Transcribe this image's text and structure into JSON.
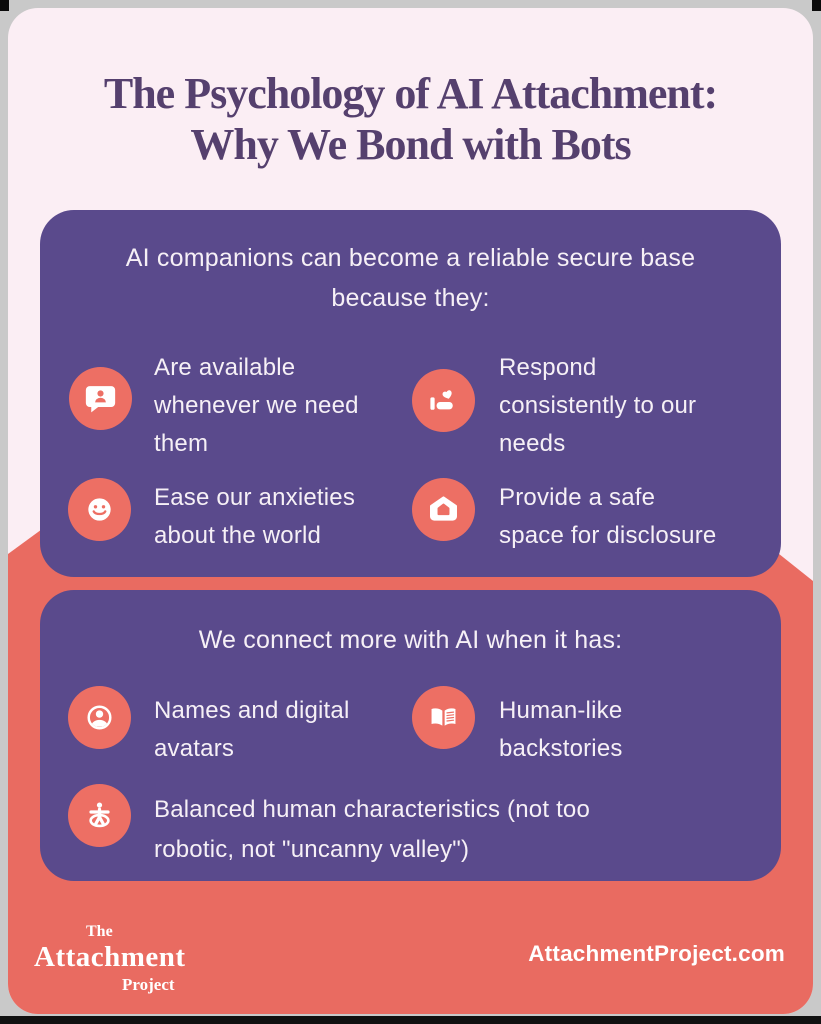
{
  "title": {
    "lines": [
      "The Psychology of AI Attachment:",
      "Why We Bond with Bots"
    ]
  },
  "card1": {
    "header_lines": [
      "AI companions can become a reliable secure base",
      "because they:"
    ],
    "items": [
      {
        "icon": "chat-bubble-person-icon",
        "lines": [
          "Are available",
          "whenever we need",
          "them"
        ]
      },
      {
        "icon": "hand-holding-heart-icon",
        "lines": [
          "Respond",
          "consistently to our",
          "needs"
        ]
      },
      {
        "icon": "smiley-face-icon",
        "lines": [
          "Ease our anxieties",
          "about the world"
        ]
      },
      {
        "icon": "safe-home-icon",
        "lines": [
          "Provide a safe",
          "space for disclosure"
        ]
      }
    ]
  },
  "card2": {
    "header_lines": [
      "We connect more with AI when it has:"
    ],
    "items": [
      {
        "icon": "avatar-icon",
        "lines": [
          "Names and digital",
          "avatars"
        ]
      },
      {
        "icon": "open-book-icon",
        "lines": [
          "Human-like",
          "backstories"
        ]
      },
      {
        "icon": "person-balance-icon",
        "lines": [
          "Balanced human characteristics (not too",
          "robotic, not \"uncanny valley\")"
        ]
      }
    ]
  },
  "footer": {
    "logo": {
      "line1": "The",
      "line2": "Attachment",
      "line3": "Project"
    },
    "website": "AttachmentProject.com"
  },
  "colors": {
    "background_pink": "#FBEEF4",
    "card_purple": "#5A4A8C",
    "coral": "#E96B61",
    "icon_coral": "#ED6F64",
    "title_purple": "#55406E",
    "text_white": "#F6F0F6"
  }
}
